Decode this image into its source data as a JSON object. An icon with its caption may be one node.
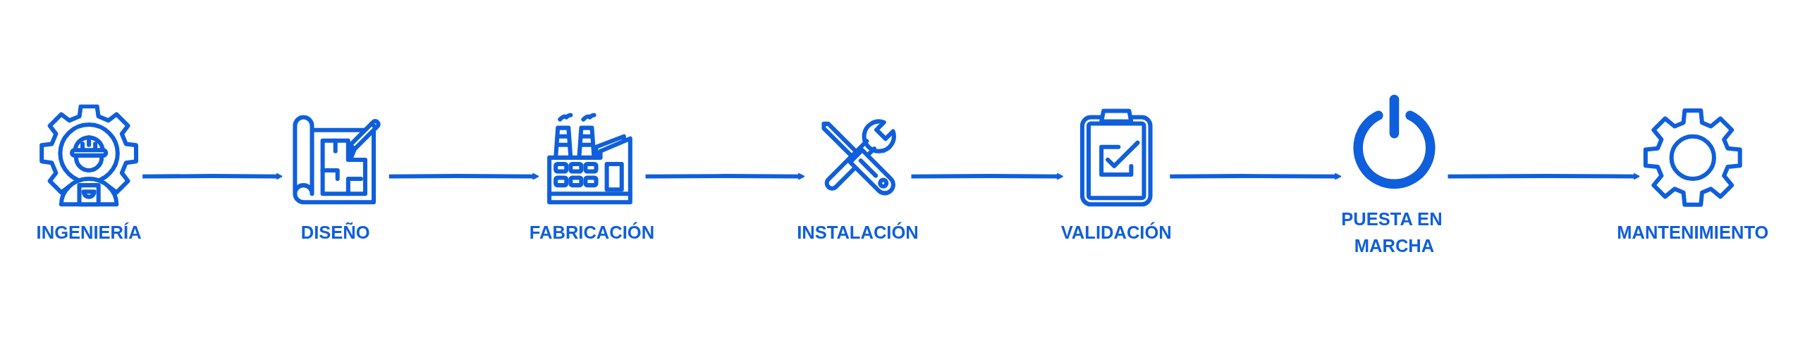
{
  "diagram": {
    "nodes": [
      {
        "text": [
          "INGENIERÍA"
        ]
      },
      {
        "text": [
          "DISEÑO"
        ]
      },
      {
        "text": [
          "FABRICACIÓN"
        ]
      },
      {
        "text": [
          "INSTALACIÓN"
        ]
      },
      {
        "text": [
          "VALIDACIÓN"
        ]
      },
      {
        "text": [
          "PUESTA EN MARCHA"
        ]
      },
      {
        "text": [
          "MANTENIMIENTO"
        ]
      }
    ],
    "edges": [
      {
        "from": 0,
        "to": 1,
        "arrow": "to"
      },
      {
        "from": 1,
        "to": 2,
        "arrow": "to"
      },
      {
        "from": 2,
        "to": 3,
        "arrow": "to"
      },
      {
        "from": 3,
        "to": 4,
        "arrow": "to"
      },
      {
        "from": 4,
        "to": 5,
        "arrow": "to"
      },
      {
        "from": 5,
        "to": 6,
        "arrow": "to"
      }
    ]
  }
}
